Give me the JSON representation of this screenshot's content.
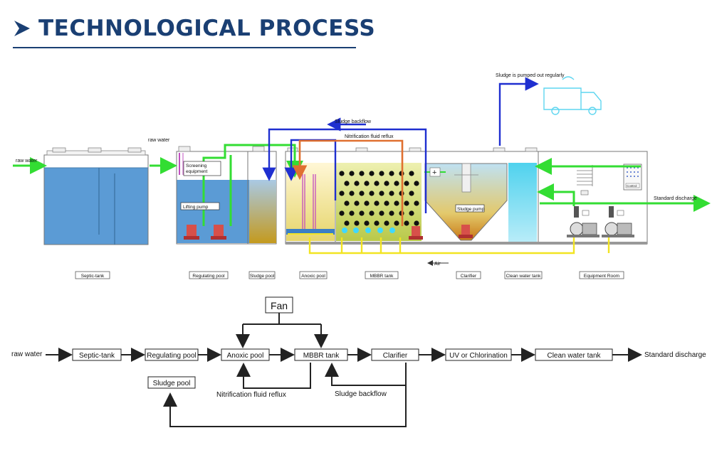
{
  "header": {
    "title": "TECHNOLOGICAL PROCESS"
  },
  "illustration": {
    "raw_water_left": "raw water",
    "raw_water_top": "raw water",
    "sludge_pumped": "Sludge is pumped out regularly",
    "sludge_backflow": "Sludge backflow",
    "nitrification_reflux": "Nitrification fluid reflux",
    "screening": "Screening equipment",
    "screening_l1": "Screening",
    "screening_l2": "equipment",
    "lifting_pump": "Lifting pump",
    "sludge_pump": "Sludge pump",
    "standard_discharge": "Standard discharge",
    "air": "Air",
    "control": "Control",
    "tank_labels": [
      "Septic-tank",
      "Regulating pool",
      "Sludge pool",
      "Anoxic pool",
      "MBBR tank",
      "Clarifier",
      "Clean water tank",
      "Equipment Room"
    ]
  },
  "flow": {
    "input": "raw water",
    "fan": "Fan",
    "steps": [
      "Septic-tank",
      "Regulating pool",
      "Anoxic pool",
      "MBBR tank",
      "Clarifier",
      "UV or Chlorination",
      "Clean water tank"
    ],
    "output": "Standard discharge",
    "sludge_pool": "Sludge pool",
    "nitrification_reflux": "Nitrification fluid reflux",
    "sludge_backflow": "Sludge backflow"
  },
  "colors": {
    "title_blue": "#1a3f73",
    "water_blue": "#5b9bd5",
    "flow_green": "#33dd33",
    "pipe_blue": "#1f2fd0",
    "reflux_orange": "#e07030",
    "air_yellow": "#f2e422",
    "cyan": "#40d8ff"
  }
}
